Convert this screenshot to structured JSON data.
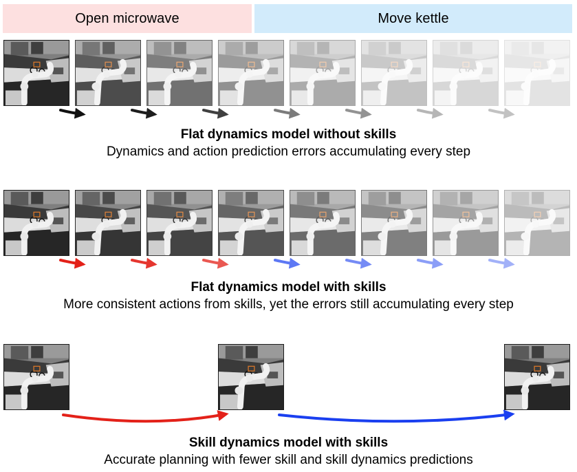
{
  "banners": [
    {
      "label": "Open microwave",
      "color": "#fde0e0"
    },
    {
      "label": "Move kettle",
      "color": "#d2ebfb"
    }
  ],
  "rows": [
    {
      "title": "Flat dynamics model without skills",
      "subtitle": "Dynamics and action prediction errors accumulating every step"
    },
    {
      "title": "Flat dynamics model with skills",
      "subtitle": "More consistent actions from skills, yet the errors still accumulating every step"
    },
    {
      "title": "Skill dynamics model with skills",
      "subtitle": "Accurate planning with fewer skill and skill dynamics predictions"
    }
  ],
  "colors": {
    "red": "#e32119",
    "blue": "#1a3ff0",
    "black": "#111111"
  },
  "frame_fade": [
    1.0,
    0.82,
    0.65,
    0.5,
    0.38,
    0.27,
    0.18,
    0.12
  ],
  "frame_fade_row2": [
    1.0,
    0.93,
    0.86,
    0.78,
    0.68,
    0.58,
    0.46,
    0.34
  ],
  "arrow_fade_row1": [
    1.0,
    0.95,
    0.8,
    0.55,
    0.45,
    0.3,
    0.25,
    0.2
  ],
  "arrow_fade_row2": [
    1.0,
    0.9,
    0.75,
    0.7,
    0.6,
    0.5,
    0.4,
    0.3
  ]
}
